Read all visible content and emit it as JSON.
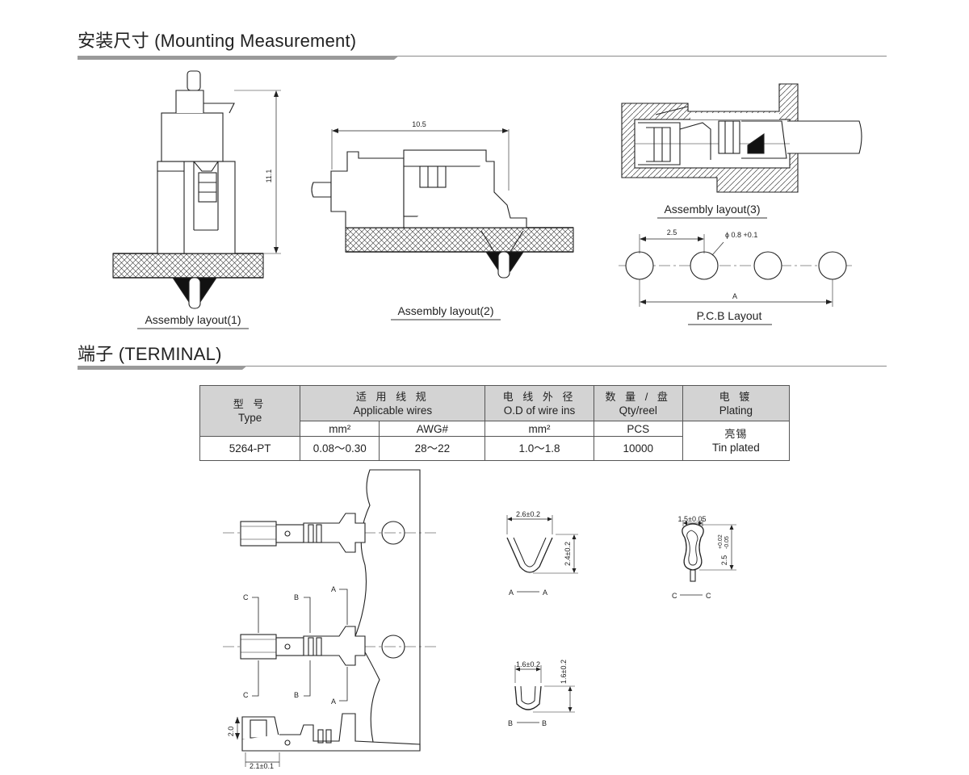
{
  "section1": {
    "title": "安装尺寸  (Mounting Measurement)"
  },
  "section2": {
    "title": "端子  (TERMINAL)"
  },
  "layout1": {
    "caption": "Assembly layout(1)",
    "dim_height": "11.1"
  },
  "layout2": {
    "caption": "Assembly layout(2)",
    "dim_width": "10.5"
  },
  "layout3": {
    "caption": "Assembly layout(3)"
  },
  "pcb": {
    "caption": "P.C.B Layout",
    "pitch": "2.5",
    "hole": "ϕ 0.8 +0.1",
    "dim_a": "A"
  },
  "table": {
    "h_type_cn": "型 号",
    "h_type_en": "Type",
    "h_wires_cn": "适 用 线 规",
    "h_wires_en": "Applicable wires",
    "h_od_cn": "电 线 外 径",
    "h_od_en": "O.D of wire ins",
    "h_qty_cn": "数 量 / 盘",
    "h_qty_en": "Qty/reel",
    "h_plating_cn": "电 镀",
    "h_plating_en": "Plating",
    "sub_mm2_a": "mm²",
    "sub_awg": "AWG#",
    "sub_mm2_b": "mm²",
    "sub_pcs": "PCS",
    "row": {
      "type": "5264-PT",
      "mm2": "0.08～0.30",
      "awg": "28～22",
      "od": "1.0～1.8",
      "qty": "10000"
    },
    "plating_cn": "亮锡",
    "plating_en": "Tin plated"
  },
  "terminal": {
    "label_a": "A",
    "label_b": "B",
    "label_c": "C",
    "dim_height": "2.0",
    "dim_width": "2.1±0.1"
  },
  "section_aa": {
    "width": "2.6±0.2",
    "height": "2.4±0.2",
    "label": "A",
    "label2": "A"
  },
  "section_bb": {
    "width": "1.6±0.2",
    "height": "1.6±0.2",
    "label": "B",
    "label2": "B"
  },
  "section_cc": {
    "width": "1.5±0.05",
    "height": "2.5",
    "tol_plus": "+0.02",
    "tol_minus": "-0.05",
    "label": "C",
    "label2": "C"
  }
}
